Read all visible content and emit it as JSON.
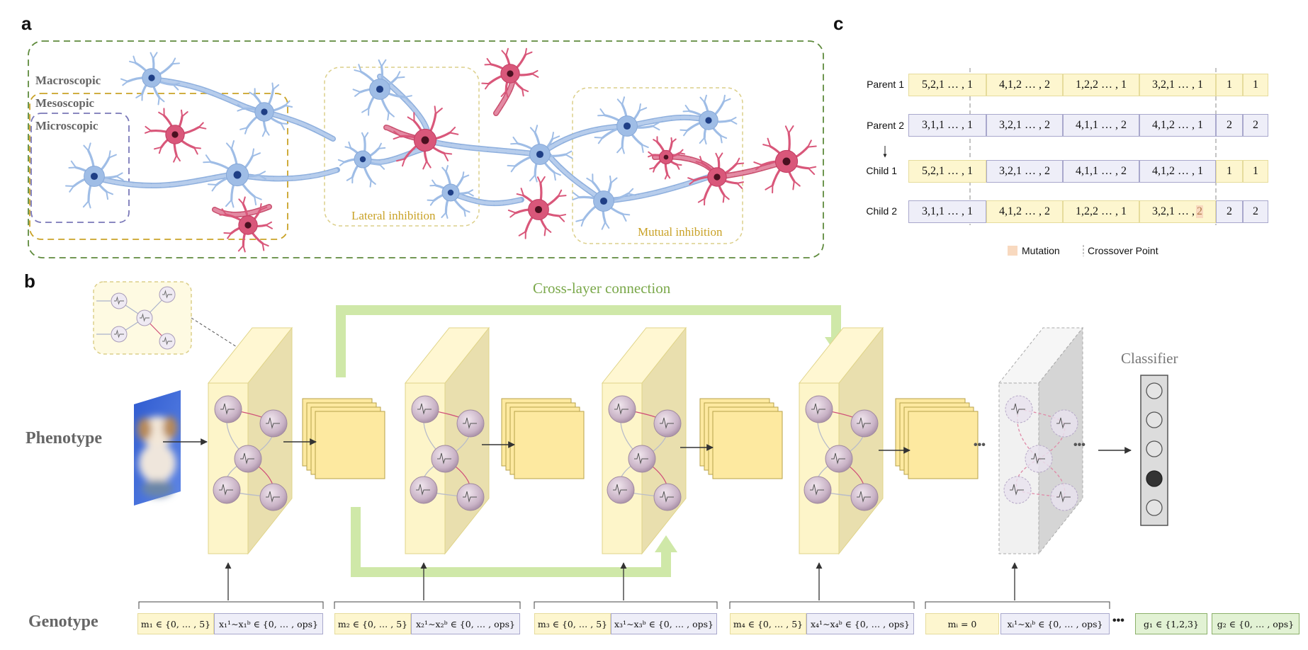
{
  "panel_a": {
    "letter": "a",
    "macroscopic": "Macroscopic",
    "mesoscopic": "Mesoscopic",
    "microscopic": "Microscopic",
    "lateral_inhibition": "Lateral inhibition",
    "mutual_inhibition": "Mutual inhibition"
  },
  "panel_b": {
    "letter": "b",
    "cross_layer": "Cross-layer connection",
    "phenotype": "Phenotype",
    "genotype": "Genotype",
    "classifier": "Classifier",
    "ellipsis": "•••",
    "genes": [
      {
        "m": "m₁ ∈ {0, … , 5}",
        "x": "x₁¹∼x₁ᵇ ∈ {0, … , ops}"
      },
      {
        "m": "m₂ ∈ {0, … , 5}",
        "x": "x₂¹∼x₂ᵇ ∈ {0, … , ops}"
      },
      {
        "m": "m₃ ∈ {0, … , 5}",
        "x": "x₃¹∼x₃ᵇ ∈ {0, … , ops}"
      },
      {
        "m": "m₄ ∈ {0, … , 5}",
        "x": "x₄¹∼x₄ᵇ ∈ {0, … , ops}"
      },
      {
        "m": "mᵢ = 0",
        "x": "xᵢ¹∼xᵢᵇ ∈ {0, … , ops}"
      }
    ],
    "g1": "g₁ ∈ {1,2,3}",
    "g2": "g₂ ∈ {0, … , ops}"
  },
  "panel_c": {
    "letter": "c",
    "rows": [
      {
        "label": "Parent 1",
        "cells": [
          "5,2,1 … , 1",
          "4,1,2 … , 2",
          "1,2,2 … , 1",
          "3,2,1 … , 1",
          "1",
          "1"
        ],
        "colors": [
          "y",
          "y",
          "y",
          "y",
          "y",
          "y"
        ]
      },
      {
        "label": "Parent 2",
        "cells": [
          "3,1,1 … , 1",
          "3,2,1 … , 2",
          "4,1,1 … , 2",
          "4,1,2 … , 1",
          "2",
          "2"
        ],
        "colors": [
          "b",
          "b",
          "b",
          "b",
          "b",
          "b"
        ]
      },
      {
        "label": "Child 1",
        "cells": [
          "5,2,1 … , 1",
          "3,2,1 … , 2",
          "4,1,1 … , 2",
          "4,1,2 … , 1",
          "1",
          "1"
        ],
        "colors": [
          "y",
          "b",
          "b",
          "b",
          "y",
          "y"
        ]
      },
      {
        "label": "Child 2",
        "cells": [
          "3,1,1 … , 1",
          "4,1,2 … , 2",
          "1,2,2 … , 1",
          "3,2,1 … ,",
          "2",
          "2"
        ],
        "colors": [
          "b",
          "y",
          "y",
          "y",
          "b",
          "b"
        ]
      }
    ],
    "mutation_digit": "2",
    "legend_mutation": "Mutation",
    "legend_crossover": "Crossover Point"
  },
  "colors": {
    "neuron_blue": "#9fbde6",
    "neuron_red": "#d9577a",
    "macro_border": "#5e8a3c",
    "meso_border": "#c9a227",
    "micro_border": "#7a78b8",
    "layer_yellow": "#fdf3bf",
    "cross_green": "#cfe8a8"
  }
}
